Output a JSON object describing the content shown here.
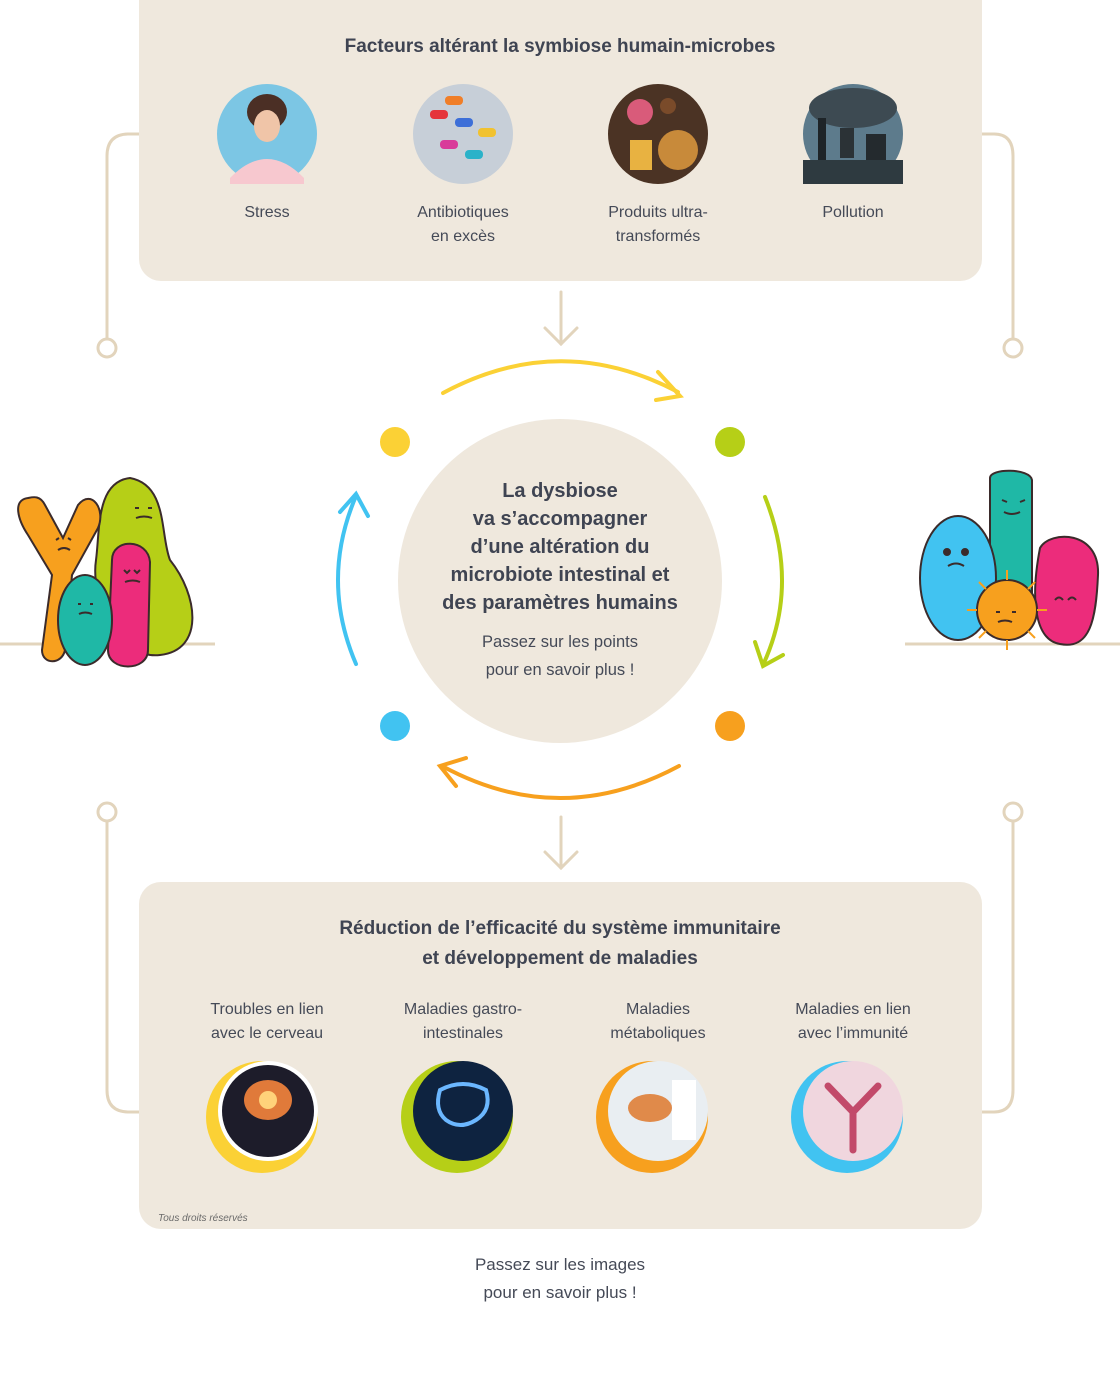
{
  "top": {
    "title": "Facteurs altérant la symbiose humain-microbes",
    "factors": [
      {
        "label": "Stress"
      },
      {
        "label": "Antibiotiques\nen excès"
      },
      {
        "label": "Produits ultra-\ntransformés"
      },
      {
        "label": "Pollution"
      }
    ]
  },
  "center": {
    "title": "La dysbiose\nva s’accompagner\nd’une altération du\nmicrobiote intestinal et\ndes paramètres humains",
    "hint": "Passez sur les points\npour en savoir plus !"
  },
  "bottom": {
    "title_line1": "Réduction de l’efficacité du système immunitaire",
    "title_line2": "et développement de maladies",
    "diseases": [
      {
        "label": "Troubles en lien\navec le cerveau"
      },
      {
        "label": "Maladies gastro-\nintestinales"
      },
      {
        "label": "Maladies\nmétaboliques"
      },
      {
        "label": "Maladies en lien\navec l’immunité"
      }
    ],
    "rights": "Tous droits réservés",
    "hint": "Passez sur les images\npour en savoir plus !"
  },
  "colors": {
    "panel": "#efe8dd",
    "line": "#e2d4bc",
    "yellow": "#fbd135",
    "green": "#b6cf17",
    "orange": "#f7a01e",
    "blue": "#41c3f1",
    "teal": "#1fb8a6",
    "pink": "#ec2c7b"
  }
}
